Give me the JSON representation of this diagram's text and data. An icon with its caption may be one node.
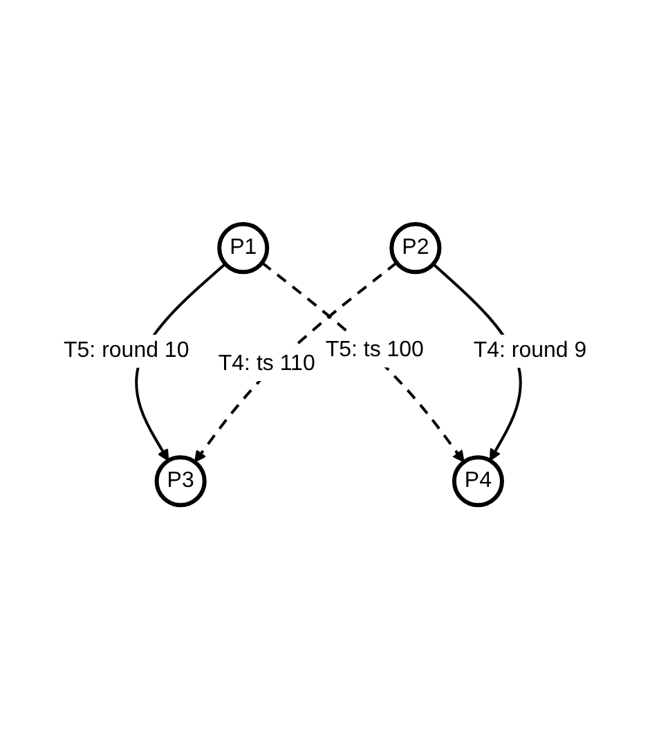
{
  "diagram": {
    "nodes": [
      {
        "text": [
          "P1"
        ]
      },
      {
        "text": [
          "P3"
        ]
      },
      {
        "text": [
          "P4"
        ]
      },
      {
        "text": [
          "P2"
        ]
      }
    ],
    "edges": [
      {
        "from": 0,
        "to": 1,
        "arrow": "to",
        "label": "T5: round 10"
      },
      {
        "from": 0,
        "to": 2,
        "arrow": "to",
        "label": "T5: ts 100",
        "style": "dashed"
      },
      {
        "from": 3,
        "to": 1,
        "arrow": "to",
        "label": "T4: ts 110",
        "style": "dashed"
      },
      {
        "from": 3,
        "to": 2,
        "arrow": "to",
        "label": "T4: round 9"
      }
    ]
  }
}
